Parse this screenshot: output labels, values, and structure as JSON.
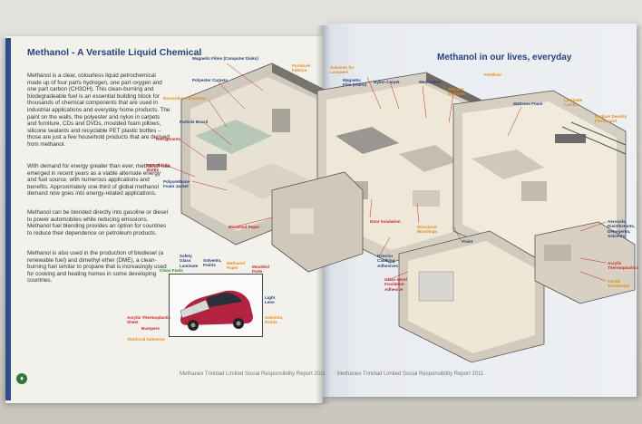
{
  "left_page": {
    "title": "Methanol - A Versatile Liquid Chemical",
    "paragraphs": [
      "Methanol is a clear, colourless liquid petrochemical made up of four parts hydrogen, one part oxygen and one part carbon (CH3OH). This clean-burning and biodegradeable fuel is an essential building block for thousands of chemical components that are used in industrial applications and everyday home products. The paint on the walls, the polyester and nylon in carpets and furniture, CDs and DVDs, moulded foam pillows, silicone sealants and recyclable PET plastic bottles – those are just a few household products that are derived from methanol.",
      "With demand for energy greater than ever, methanol has emerged in recent years as a viable alternate energy and fuel source, with numerous applications and benefits. Approximately one-third of global methanol demand now goes into energy-related applications.",
      "Methanol can be blended directly into gasoline or diesel to power automobiles while reducing emissions. Methanol fuel blending provides an option for countries to reduce their dependence on petroleum products.",
      "Methanol is also used in the production of biodiesel (a renewable fuel) and dimethyl ether (DME), a clean-burning fuel similar to propane that is increasingly used for cooking and heating homes in some developing countries."
    ],
    "footer": "Methanex Trinidad Limited Social Responsibility Report 2011"
  },
  "right_page": {
    "title": "Methanol in our lives, everyday",
    "footer": "Methanex Trinidad Limited Social Responsibility Report 2011"
  },
  "labels": {
    "magnetic_films": "Magnetic Films (Computer Disks)",
    "polyester_carpets": "Polyester Carpets",
    "decorative_laminates": "Decorative Laminates",
    "particle_board": "Particle Board",
    "refrigerants": "Refrigerants",
    "pet_bottle": "PET Plastic Bottle",
    "polyurethane_jacket": "Polyurethane Foam Jacket",
    "bleached_paper": "Bleached Paper",
    "clean_fuels": "Clean Fuels",
    "safety_glass": "Safety Glass Laminate",
    "solvents_paints": "Solvents, Paints",
    "tool_adhesive": "Tire/Cord Adhesive",
    "acrylic_thermoplastics": "Acrylic Thermoplastic Sheet",
    "bumpers": "Bumpers",
    "light_lens": "Light Lens",
    "methanol_paper": "Methanol Paper",
    "moulded_parts": "Moulded Parts",
    "furniture_fabrics": "Furniture Fabrics",
    "solvents_lacquers": "Solvents for Lacquers",
    "magnetic_film_r": "Magnetic Film (Video)",
    "nylon_carpet": "Nylon Carpet",
    "medication": "Medication",
    "silicone_sealants": "Silicone Sealants",
    "fertilizer": "Fertilizer",
    "mattress_foam": "Mattress Foam",
    "laminate_lumber": "Laminate Lumber",
    "methyl_windows": "Medium Density Fibreboard",
    "door_insulation": "Door Insulation",
    "structural_woodings": "Structural Woodings",
    "paint": "Paint",
    "exterior_caulking": "Exterior Caulking Adhesives",
    "glass_wool": "Glass Wool Insulation Adhesive",
    "aerosols": "Aerosols, Disinfectants, Detergents, Solvents",
    "acrylic_thermo_r": "Acrylic Thermoplastics",
    "textile_treatments": "Textile Treatments"
  },
  "colors": {
    "title_blue": "#27427d",
    "label_red": "#c8262b",
    "label_orange": "#e48b1c",
    "label_green": "#3a8a2f",
    "accent_bar": "#2f4d8c"
  }
}
